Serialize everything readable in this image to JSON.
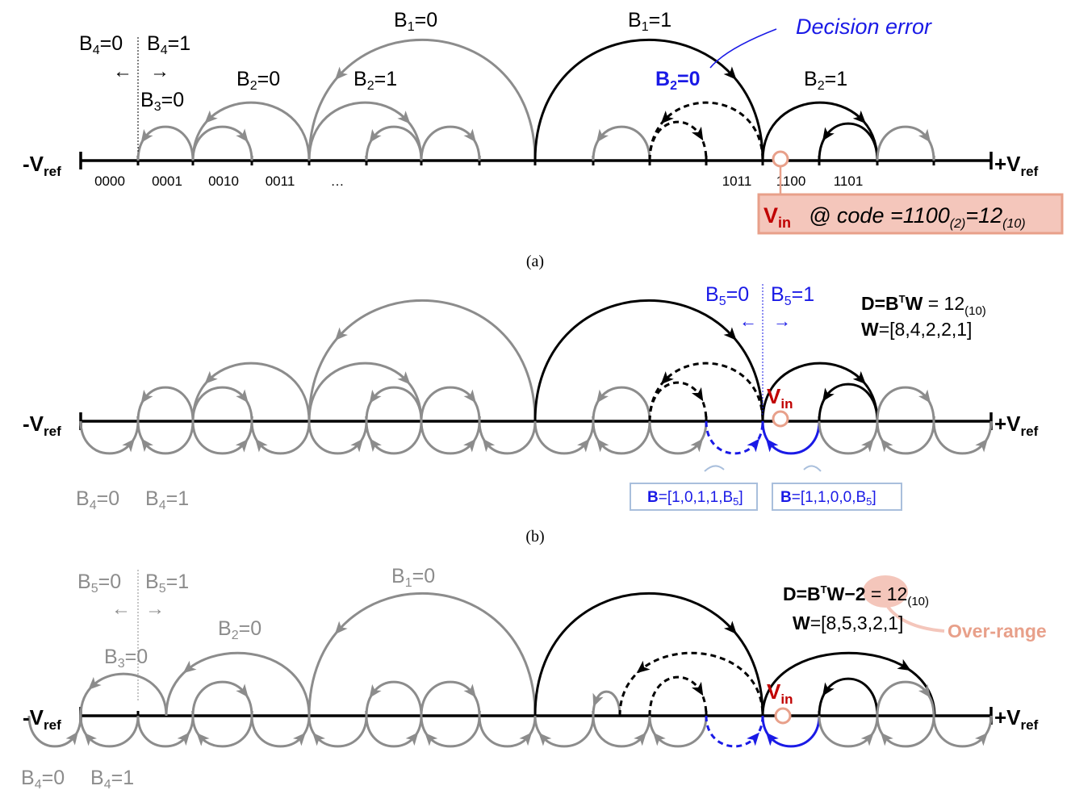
{
  "colors": {
    "black": "#000000",
    "gray": "#8c8c8c",
    "blue": "#1a1ae6",
    "red": "#c00000",
    "salmon": "#e8a08a",
    "salmon_fill": "#f4c6bb",
    "box_edge": "#a9bfdc"
  },
  "common": {
    "neg_ref_main": "-V",
    "pos_ref_main": "+V",
    "ref_sub": "ref",
    "vin_main": "V",
    "vin_sub": "in"
  },
  "panel_a": {
    "caption": "(a)",
    "b4_0": "B4=0",
    "b4_1": "B4=1",
    "b3_0": "B3=0",
    "b2_0_left": "B2=0",
    "b2_1_left": "B2=1",
    "b1_0": "B1=0",
    "b1_1": "B1=1",
    "b2_0_error": "B2=0",
    "b2_1_right": "B2=1",
    "decision_error": "Decision error",
    "arrow_left": "←",
    "arrow_right": "→",
    "codes": [
      "0000",
      "0001",
      "0010",
      "0011",
      "…",
      "1011",
      "1100",
      "1101"
    ],
    "vin_code_pre": "@ code =1100",
    "vin_code_sub2": "(2)",
    "vin_code_eq": "=12",
    "vin_code_sub10": "(10)"
  },
  "panel_b": {
    "caption": "(b)",
    "b5_0": "B5=0",
    "b5_1": "B5=1",
    "arrow_left": "←",
    "arrow_right": "→",
    "d_eq": "D=BTW = 12(10)",
    "w_eq": "W=[8,4,2,2,1]",
    "b4_0": "B4=0",
    "b4_1": "B4=1",
    "box_left": "B=[1,0,1,1,B5]",
    "box_right": "B=[1,1,0,0,B5]"
  },
  "panel_c": {
    "b5_0": "B5=0",
    "b5_1": "B5=1",
    "arrow_left": "←",
    "arrow_right": "→",
    "b3_0": "B3=0",
    "b2_0": "B2=0",
    "b1_0": "B1=0",
    "d_eq": "D=BTW−2 = 12(10)",
    "w_eq": "W=[8,5,3,2,1]",
    "over_range": "Over-range",
    "b4_0": "B4=0",
    "b4_1": "B4=1"
  }
}
